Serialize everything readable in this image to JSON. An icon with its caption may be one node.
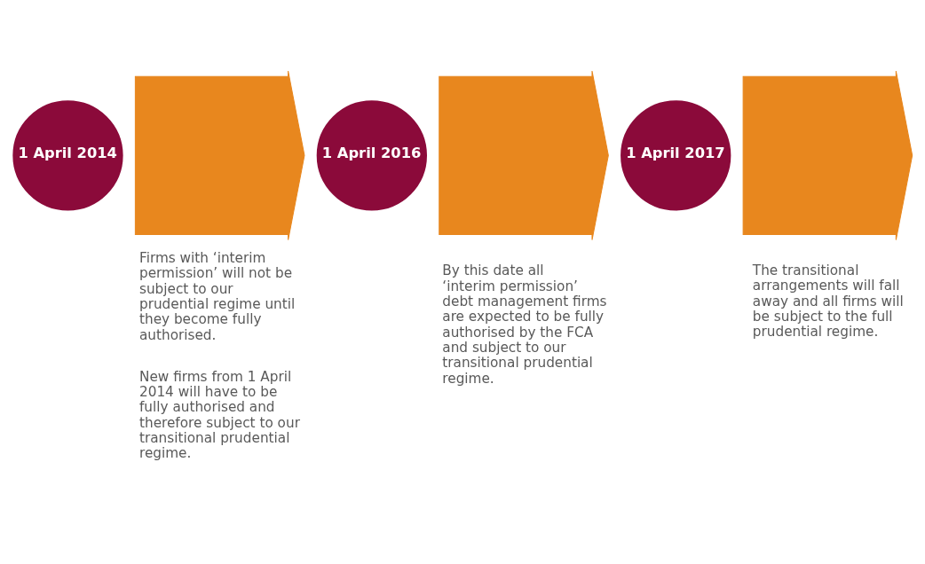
{
  "diagram": {
    "nodes": [
      {
        "text": [
          "1 April 2014"
        ]
      },
      {
        "text": [],
        "shape": "arrow",
        "beside": [
          "Firms with ‘interim permission’ will not be subject to our prudential regime until they become fully authorised.",
          "New firms from 1 April 2014 will have to be fully authorised and therefore subject to our transitional prudential regime."
        ]
      },
      {
        "text": [
          "1 April 2016"
        ]
      },
      {
        "text": [],
        "shape": "arrow",
        "beside": [
          "By this date all ‘interim permission’ debt management firms are expected to be fully authorised by the FCA and subject to our transitional prudential regime."
        ]
      },
      {
        "text": [
          "1 April 2017"
        ]
      },
      {
        "text": [],
        "shape": "arrow",
        "beside": [
          "The transitional arrangements will fall away and all firms will be subject to the full prudential regime."
        ]
      }
    ]
  }
}
